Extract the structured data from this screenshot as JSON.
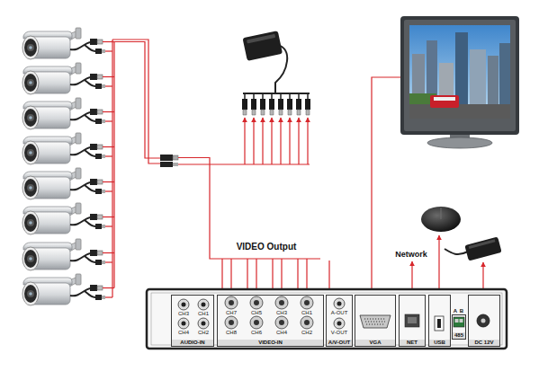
{
  "diagram": {
    "nodes": [
      {
        "text": [
          "AUDIO-IN"
        ]
      },
      {
        "text": [
          "VIDEO-IN"
        ]
      },
      {
        "text": [
          "A/V-OUT"
        ]
      },
      {
        "text": [
          "VGA"
        ]
      },
      {
        "text": [
          "NET"
        ]
      },
      {
        "text": [
          "USB"
        ]
      },
      {
        "text": [
          "485"
        ]
      },
      {
        "text": [
          "DC 12V"
        ]
      }
    ],
    "labels": [
      "VIDEO Output",
      "Network",
      "CH3",
      "CH1",
      "CH4",
      "CH2",
      "CH7",
      "CH5",
      "CH3",
      "CH1",
      "CH8",
      "CH6",
      "CH4",
      "CH2",
      "A-OUT",
      "V-OUT",
      "A",
      "B"
    ]
  }
}
